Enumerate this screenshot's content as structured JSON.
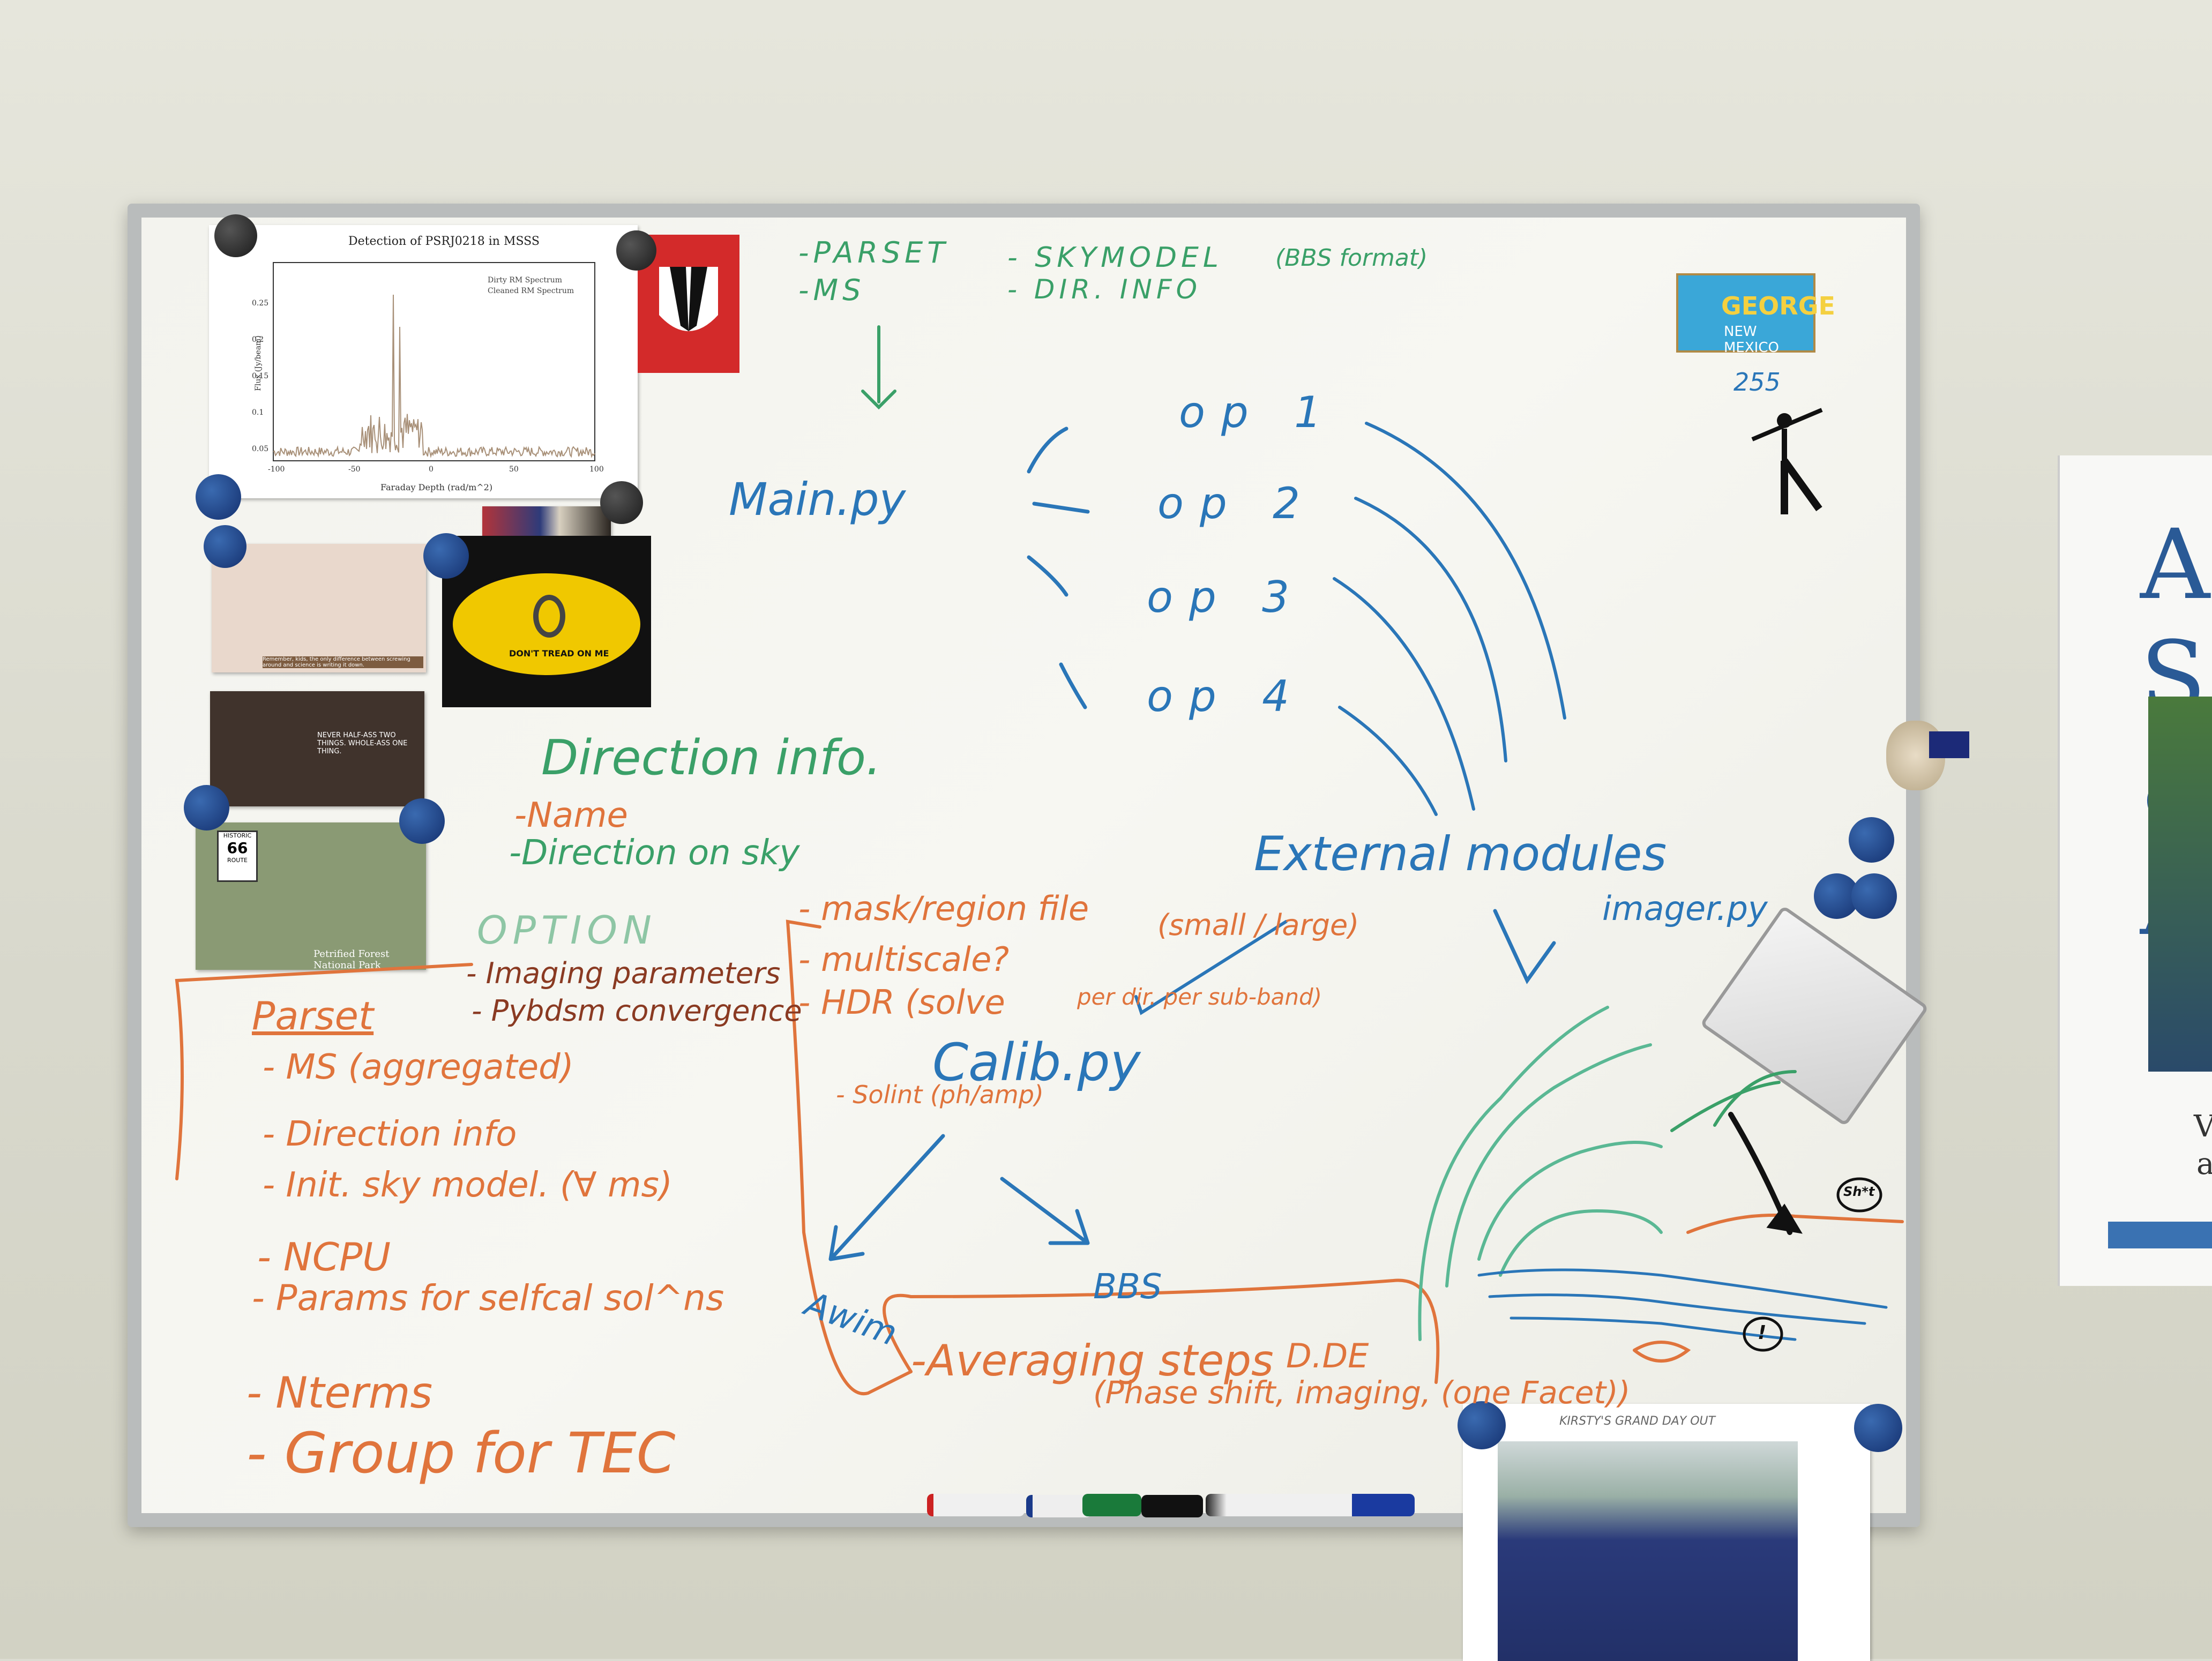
{
  "whiteboard_text": {
    "parset_header": "-PARSET",
    "ms_header": "-MS",
    "skymodel_header": "- SKYMODEL",
    "bbs_note": "(BBS format)",
    "dir_info_header": "- DIR. INFO",
    "main_py": "Main.py",
    "op1": "op 1",
    "op2": "op 2",
    "op3": "op 3",
    "op4": "op 4",
    "direction_info": "Direction info.",
    "name": "-Name",
    "direction_on_sky": "-Direction on sky",
    "option": "OPTION",
    "mask_region": "- mask/region file",
    "small_large": "(small / large)",
    "multiscale": "- multiscale?",
    "hdr": "- HDR (solve",
    "per_sub_band": "per dir. per sub-band)",
    "imaging_parameters": "- Imaging parameters",
    "pybdsm_convergence": "- Pybdsm convergence",
    "solint": "- Solint (ph/amp)",
    "calib_py": "Calib.py",
    "external_modules": "External modules",
    "imager_py": "imager.py",
    "parset_orange": "Parset",
    "ms_aggregated": "- MS (aggregated)",
    "direction_info_orange": "- Direction info",
    "init_sky_model": "- Init. sky model. (∀ ms)",
    "ncpu": "- NCPU",
    "params_selfcal": "- Params for selfcal sol^ns",
    "nterms": "- Nterms",
    "group_for_tec": "- Group for TEC",
    "awimager": "Awim",
    "bbs": "BBS",
    "averaging_steps": "-Averaging steps",
    "dde": "D.DE",
    "phase_shift": "(Phase shift, imaging, (one Facet))",
    "shit_bubble": "Sh*t",
    "exclaim_bubble": "!",
    "stickman_label": "255"
  },
  "pinned_items": {
    "plot_title": "Detection of PSRJ0218 in MSSS",
    "plot_xlabel": "Faraday Depth (rad/m^2)",
    "plot_ylabel": "Flux (Jy/beam)",
    "plot_legend_1": "Dirty RM Spectrum",
    "plot_legend_2": "Cleaned RM Spectrum",
    "plot_xticks": [
      "-100",
      "-50",
      "0",
      "50",
      "100"
    ],
    "plot_yticks": [
      "0.05",
      "0.1",
      "0.15",
      "0.2",
      "0.25"
    ],
    "quote_1": "Remember, kids, the only difference between screwing around and science is writing it down.",
    "quote_2": "NEVER HALF-ASS TWO THINGS. WHOLE-ASS ONE THING.",
    "gadsden": "DON'T TREAD ON ME",
    "route66_top": "HISTORIC",
    "route66_num": "66",
    "route66_bottom": "ROUTE",
    "postcard_caption": "Petrified Forest National Park",
    "plate_name": "GEORGE",
    "plate_state": "NEW MEXICO",
    "car_caption": "KIRSTY'S GRAND DAY OUT",
    "poster_letters": "A S & A S",
    "poster_tail_1": "V",
    "poster_tail_2": "a"
  }
}
